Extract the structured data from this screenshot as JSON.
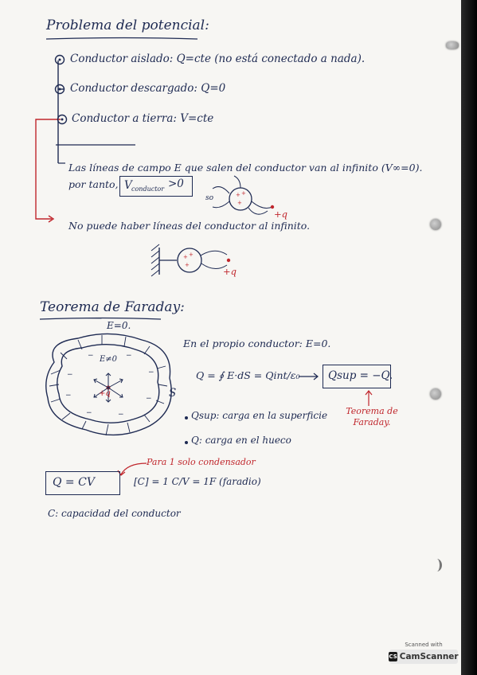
{
  "potential": {
    "title": "Problema del potencial:",
    "items": [
      "Conductor aislado: Q=cte (no está conectado a nada).",
      "Conductor descargado: Q=0",
      "Conductor a tierra: V=cte"
    ],
    "field_lines": "Las líneas de campo E que salen del conductor van al infinito (V∞=0).",
    "por_tanto": "por tanto,",
    "v_label": "V",
    "v_sub": "conductor",
    "v_rel": ">0",
    "so": "so",
    "plus_q": "+q",
    "no_lines": "No puede haber líneas del conductor al infinito."
  },
  "faraday": {
    "title": "Teorema de Faraday:",
    "e_zero": "E=0.",
    "e_inside": "E≠0",
    "s_label": "S",
    "plus_q": "+q",
    "propio": "En el propio conductor: E=0.",
    "equation": "Q = ∮ E·dS = Qint/ε₀",
    "q_sup_box": "Qsup = −Q.",
    "teorema_label": "Teorema de Faraday.",
    "bullet_qsup": "Qsup: carga en la superficie",
    "bullet_q": "Q: carga en el hueco"
  },
  "capacity": {
    "note": "Para 1 solo condensador",
    "formula": "Q = CV",
    "units": "[C] = 1 C/V = 1F (faradio)",
    "desc": "C: capacidad del conductor"
  },
  "watermark": {
    "top": "Scanned with",
    "brand": "CamScanner",
    "icon": "CS"
  },
  "colors": {
    "ink_blue": "#1e2a52",
    "ink_red": "#c0262c"
  }
}
